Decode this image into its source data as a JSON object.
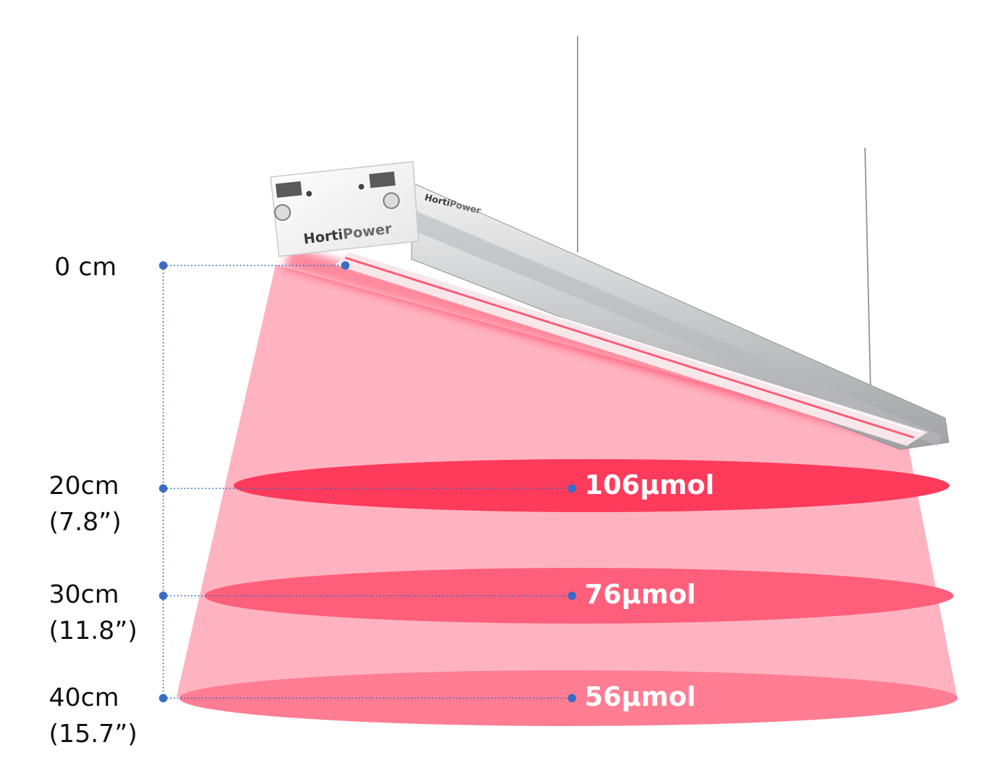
{
  "brand": {
    "name_bold": "Horti",
    "name_light": "Power"
  },
  "colors": {
    "accent_dot": "#3b6cc5",
    "beam": "#ffb3c1",
    "ring_near": "#ff3b5c",
    "ring_mid": "#ff5f7a",
    "ring_far": "#ff7d93"
  },
  "levels": [
    {
      "distance": "0 cm",
      "inches": "",
      "ppfd": ""
    },
    {
      "distance": "20cm",
      "inches": "(7.8”)",
      "ppfd": "106µmol"
    },
    {
      "distance": "30cm",
      "inches": "(11.8”)",
      "ppfd": "76µmol"
    },
    {
      "distance": "40cm",
      "inches": "(15.7”)",
      "ppfd": "56µmol"
    }
  ]
}
